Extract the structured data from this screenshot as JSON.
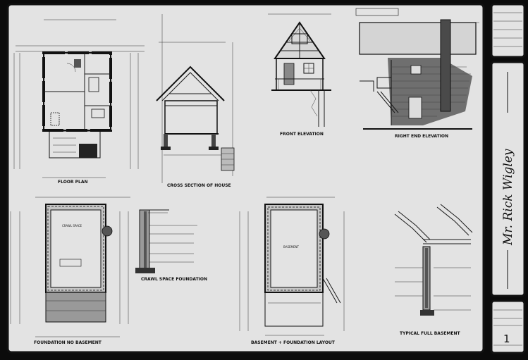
{
  "views": {
    "floor_plan": "FLOOR PLAN",
    "cross_section": "CROSS SECTION OF HOUSE",
    "front_elevation": "FRONT ELEVATION",
    "right_end_elevation": "RIGHT END ELEVATION",
    "foundation_no_basement": "FOUNDATION NO BASEMENT",
    "crawl_space_foundation": "CRAWL SPACE FOUNDATION",
    "basement_foundation_layout": "BASEMENT + FOUNDATION LAYOUT",
    "typical_full_basement": "TYPICAL FULL BASEMENT"
  },
  "notes": {
    "crawl_space": "CRAWL SPACE",
    "basement": "BASEMENT"
  },
  "title_block": {
    "signature": "Mr. Rick Wigley",
    "sheet_number": "1"
  },
  "colors": {
    "background": "#0b0b0b",
    "paper": "#e3e3e3",
    "ink": "#111111"
  }
}
